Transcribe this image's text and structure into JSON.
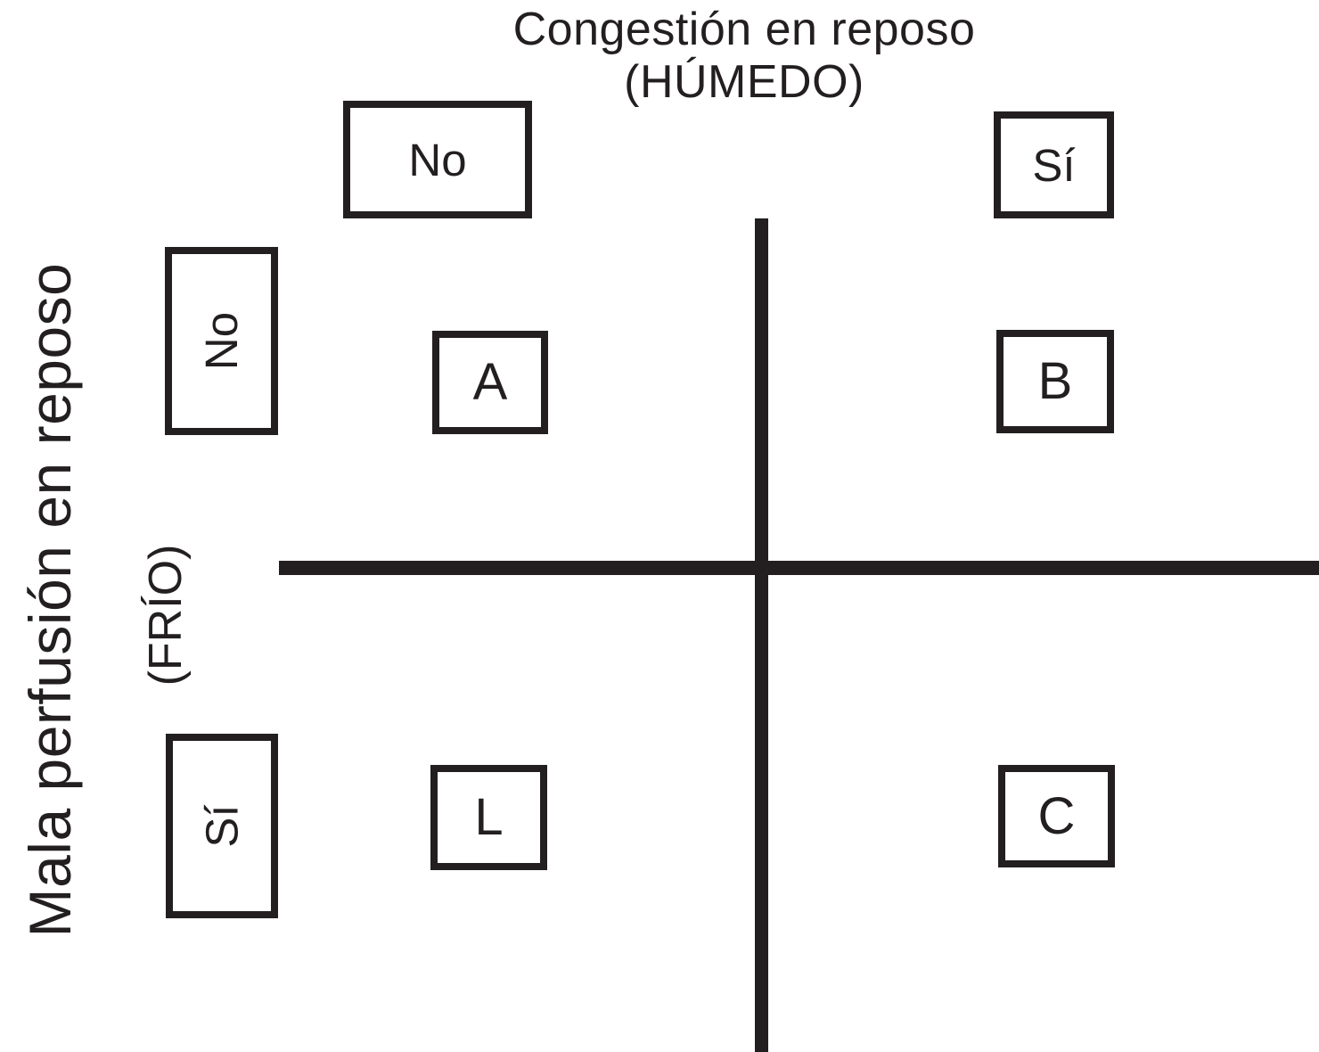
{
  "diagram": {
    "title_line1": "Congestión en reposo",
    "title_line2": "(HÚMEDO)",
    "y_axis_label": "Mala perfusión en reposo",
    "y_axis_sublabel": "(FRÍO)",
    "column_headers": {
      "left": "No",
      "right": "Sí"
    },
    "row_headers": {
      "top": "No",
      "bottom": "Sí"
    },
    "quadrants": {
      "top_left": "A",
      "top_right": "B",
      "bottom_left": "L",
      "bottom_right": "C"
    },
    "colors": {
      "ink": "#231f20",
      "background": "#ffffff"
    }
  }
}
